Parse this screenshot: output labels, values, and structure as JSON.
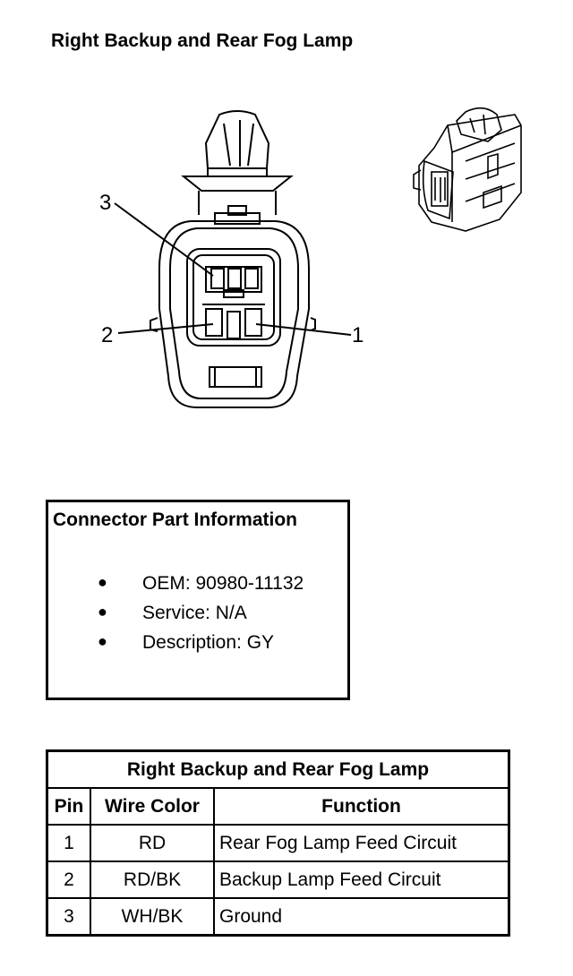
{
  "title": "Right Backup and Rear Fog Lamp",
  "diagram": {
    "pin_labels": [
      "3",
      "2",
      "1"
    ]
  },
  "connector_info": {
    "heading": "Connector Part Information",
    "items": [
      "OEM: 90980-11132",
      "Service: N/A",
      "Description: GY"
    ]
  },
  "pin_table": {
    "caption": "Right Backup and Rear Fog Lamp",
    "headers": [
      "Pin",
      "Wire Color",
      "Function"
    ],
    "rows": [
      {
        "pin": "1",
        "wire_color": "RD",
        "function": "Rear Fog Lamp Feed Circuit"
      },
      {
        "pin": "2",
        "wire_color": "RD/BK",
        "function": "Backup Lamp Feed Circuit"
      },
      {
        "pin": "3",
        "wire_color": "WH/BK",
        "function": "Ground"
      }
    ]
  }
}
